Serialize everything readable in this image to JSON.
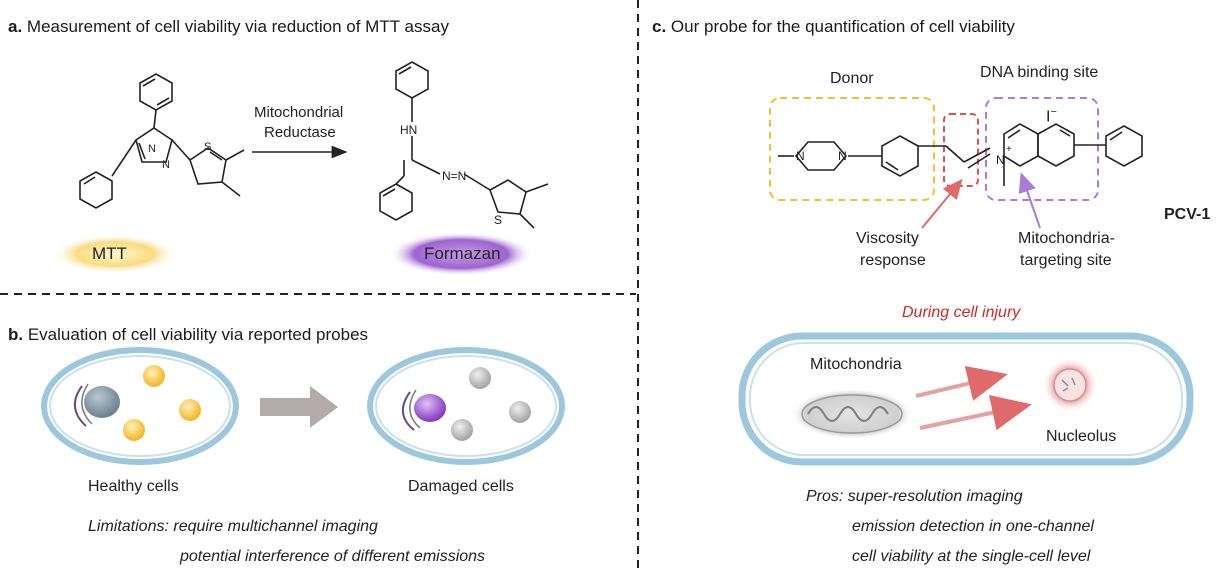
{
  "panel_a": {
    "letter": "a.",
    "title": "Measurement of cell viability via reduction of MTT assay",
    "arrow_label_line1": "Mitochondrial",
    "arrow_label_line2": "Reductase",
    "reactant_label": "MTT",
    "product_label": "Formazan",
    "colors": {
      "mtt": "#f7d774",
      "formazan": "#9c5fcf"
    }
  },
  "panel_b": {
    "letter": "b.",
    "title": "Evaluation of cell viability via reported probes",
    "healthy_label": "Healthy cells",
    "damaged_label": "Damaged cells",
    "limitations_line1": "Limitations: require multichannel imaging",
    "limitations_line2": "potential interference of different emissions"
  },
  "panel_c": {
    "letter": "c.",
    "title": "Our probe for the quantification of cell viability",
    "donor_label": "Donor",
    "dna_label": "DNA binding site",
    "counter_ion": "I",
    "counter_ion_charge": "−",
    "probe_name": "PCV-1",
    "viscosity_line1": "Viscosity",
    "viscosity_line2": "response",
    "mito_target_line1": "Mitochondria-",
    "mito_target_line2": "targeting site",
    "injury_label": "During cell injury",
    "mito_label": "Mitochondria",
    "nucleolus_label": "Nucleolus",
    "pros_line1": "Pros: super-resolution imaging",
    "pros_line2": "emission detection in one-channel",
    "pros_line3": "cell viability at the single-cell level",
    "colors": {
      "donor_box": "#f2c12e",
      "viscosity_box": "#e0504f",
      "dna_box": "#b07ad6",
      "arrow_red": "#e06a6a",
      "arrow_purple": "#a77dd8",
      "injury_text": "#cc2a2a"
    }
  }
}
